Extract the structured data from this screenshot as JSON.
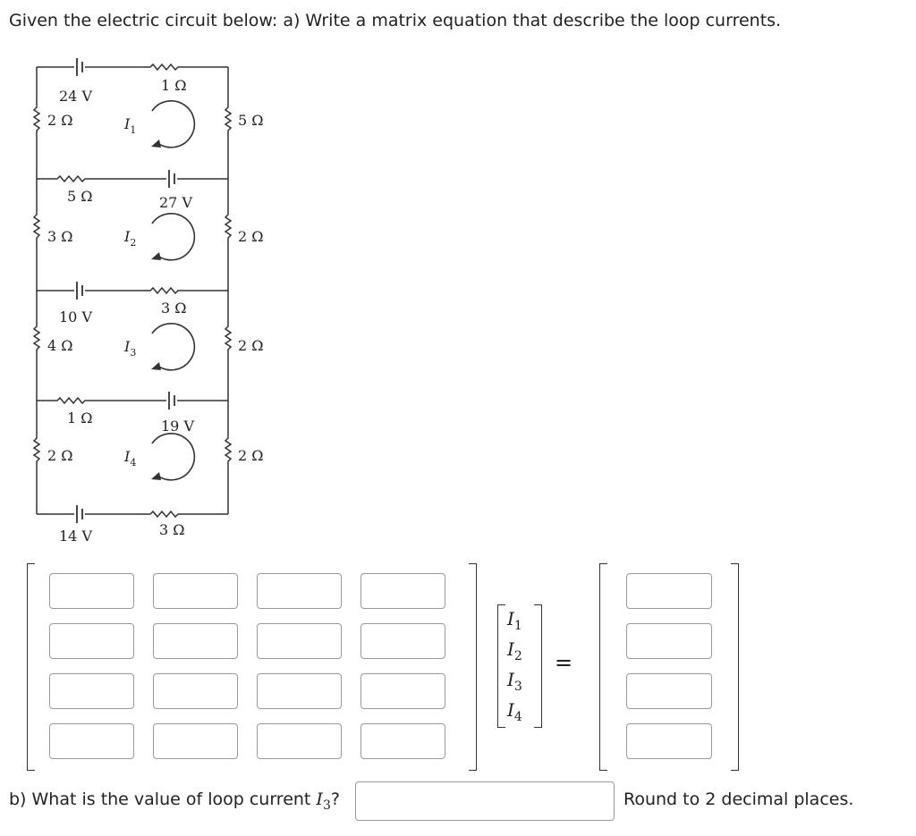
{
  "question_text": "Given the electric circuit below: a) Write a matrix equation that describe the loop currents.",
  "circuit": {
    "batteries": [
      "24 V",
      "27 V",
      "10 V",
      "19 V",
      "14 V"
    ],
    "top_resistor": "1 Ω",
    "left_resistors": [
      "2 Ω",
      "3 Ω",
      "4 Ω",
      "2 Ω"
    ],
    "right_resistors": [
      "5 Ω",
      "2 Ω",
      "2 Ω",
      "2 Ω"
    ],
    "divider_resistors": [
      "5 Ω",
      "3 Ω",
      "1 Ω",
      "3 Ω"
    ],
    "loop_labels": {
      "base": "I",
      "subs": [
        "1",
        "2",
        "3",
        "4"
      ]
    }
  },
  "matrix": {
    "rows": 4,
    "cols": 4,
    "cells": [
      [
        "",
        "",
        "",
        ""
      ],
      [
        "",
        "",
        "",
        ""
      ],
      [
        "",
        "",
        "",
        ""
      ],
      [
        "",
        "",
        "",
        ""
      ]
    ],
    "rhs": [
      "",
      "",
      "",
      ""
    ]
  },
  "current_vector": [
    {
      "base": "I",
      "sub": "1"
    },
    {
      "base": "I",
      "sub": "2"
    },
    {
      "base": "I",
      "sub": "3"
    },
    {
      "base": "I",
      "sub": "4"
    }
  ],
  "equals_sign": "=",
  "part_b": {
    "prefix": "b) What is the value of loop current ",
    "var_base": "I",
    "var_sub": "3",
    "suffix": "?",
    "answer_value": "",
    "note": "Round to 2 decimal places."
  }
}
